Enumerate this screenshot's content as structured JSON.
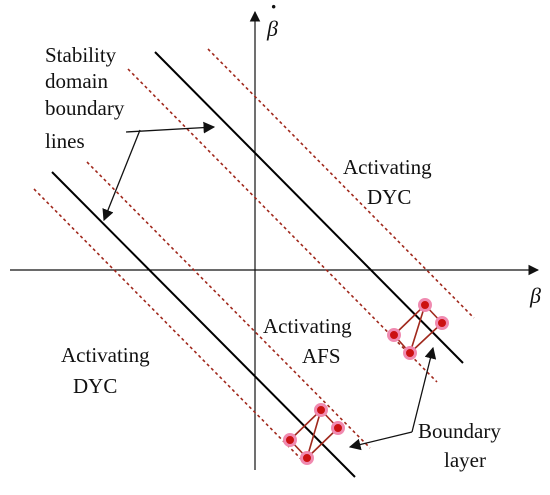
{
  "axes": {
    "x_label": "β",
    "y_label": "β",
    "y_label_dot": "·"
  },
  "labels": {
    "stability": [
      "Stability",
      "domain",
      "boundary",
      "lines"
    ],
    "dyc_right": [
      "Activating",
      "DYC"
    ],
    "afs": [
      "Activating",
      "AFS"
    ],
    "dyc_left": [
      "Activating",
      "DYC"
    ],
    "boundary_layer": [
      "Boundary",
      "layer"
    ]
  },
  "colors": {
    "axis": "#111111",
    "boundary_line": "#000000",
    "dashed_line": "#a0281c",
    "node": "#cc1111",
    "node_glow": "#f08ab0",
    "mesh": "#a0281c"
  }
}
